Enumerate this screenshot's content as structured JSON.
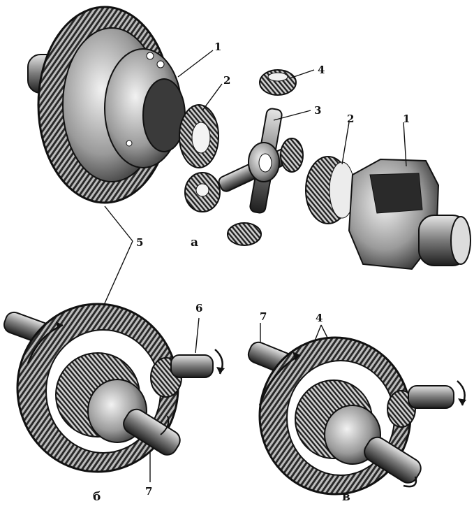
{
  "figure": {
    "part_labels": {
      "a": [
        "1",
        "2",
        "3",
        "4",
        "2",
        "1",
        "5"
      ],
      "b": [
        "6",
        "7"
      ],
      "v": [
        "7",
        "4"
      ]
    },
    "captions": {
      "a": "а",
      "b": "б",
      "v": "в"
    }
  }
}
